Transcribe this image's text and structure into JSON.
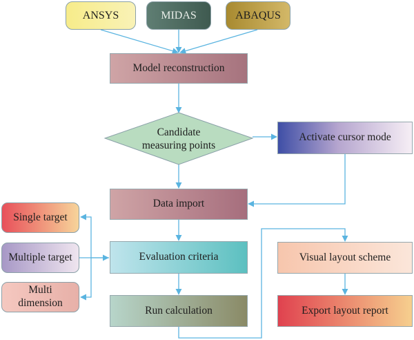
{
  "nodes": {
    "ansys": "ANSYS",
    "midas": "MIDAS",
    "abaqus": "ABAQUS",
    "model_reconstruction": "Model reconstruction",
    "candidate_line1": "Candidate",
    "candidate_line2": "measuring points",
    "activate_cursor_mode": "Activate cursor mode",
    "data_import": "Data import",
    "single_target": "Single target",
    "multiple_target": "Multiple target",
    "multi_dimension_line1": "Multi",
    "multi_dimension_line2": "dimension",
    "evaluation_criteria": "Evaluation criteria",
    "run_calculation": "Run calculation",
    "visual_layout_scheme": "Visual layout scheme",
    "export_layout_report": "Export layout report"
  },
  "colors": {
    "connector": "#5ab4e0",
    "ansys": "#f7ec8a",
    "midas": "#4f6b5f",
    "abaqus": "#b89a3c",
    "diamond": "#b9dcc0",
    "cursor_mode_start": "#3f4fa6",
    "cursor_mode_end": "#f6eef5"
  }
}
